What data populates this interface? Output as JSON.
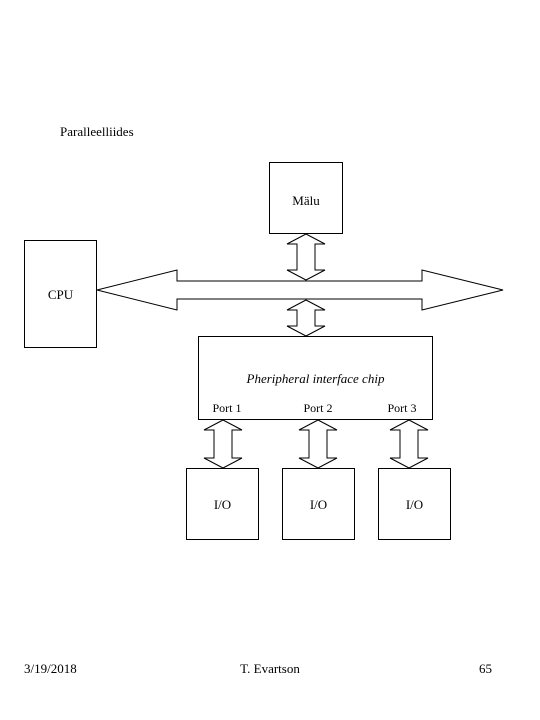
{
  "slide": {
    "heading": "Paralleelliides"
  },
  "diagram": {
    "memory_label": "Mälu",
    "cpu_label": "CPU",
    "interface_chip_label": "Pheripheral interface chip",
    "ports": [
      "Port 1",
      "Port 2",
      "Port 3"
    ],
    "io_labels": [
      "I/O",
      "I/O",
      "I/O"
    ]
  },
  "footer": {
    "date": "3/19/2018",
    "author": "T. Evartson",
    "page": "65"
  }
}
